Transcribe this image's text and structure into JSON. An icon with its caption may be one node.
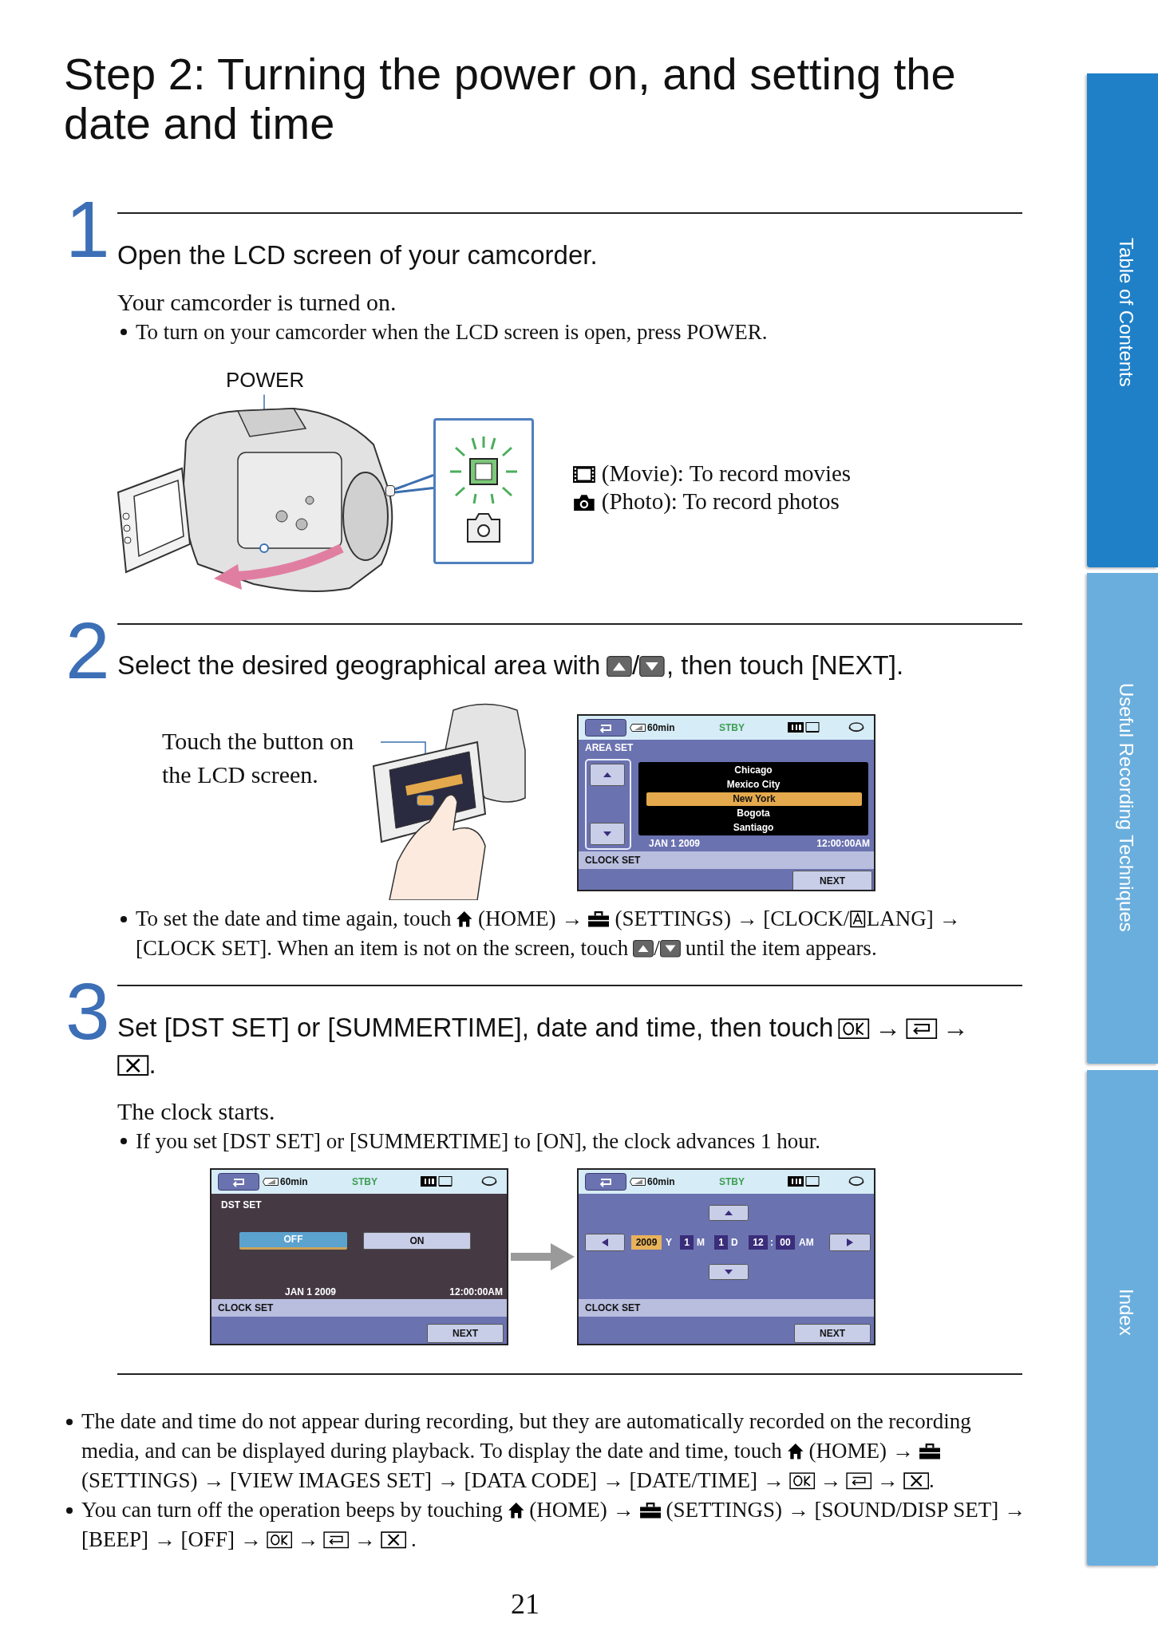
{
  "diagram": {
    "title": "Step 2: Turning the power on, and setting the date and time",
    "nodes": [
      {
        "text": [
          "POWER"
        ]
      },
      {
        "text": [],
        "shape": "circle"
      },
      {
        "text": [],
        "shape": "box"
      },
      {
        "text": [],
        "shape": "box"
      },
      {
        "text": [
          "Touch the button on the LCD screen."
        ]
      },
      {
        "text": [],
        "shape": "box"
      },
      {
        "text": [
          "60min",
          "STBY",
          "AREA SET",
          "Chicago",
          "Mexico City",
          "New York",
          "Bogota",
          "Santiago",
          "JAN 1 2009",
          "12:00:00AM",
          "CLOCK SET",
          "NEXT"
        ]
      },
      {
        "text": [
          "60min",
          "STBY",
          "DST SET",
          "OFF",
          "ON",
          "JAN 1 2009",
          "12:00:00AM",
          "CLOCK SET",
          "NEXT"
        ]
      },
      {
        "text": [
          "60min",
          "STBY",
          "2009",
          "Y",
          "1",
          "M",
          "1",
          "D",
          "12",
          ":",
          "00",
          "AM",
          "CLOCK SET",
          "NEXT"
        ]
      },
      {
        "text": [
          "Table of Contents"
        ]
      },
      {
        "text": [
          "Useful Recording Techniques"
        ]
      },
      {
        "text": [
          "Index"
        ]
      }
    ],
    "edges": [
      {
        "from": 0,
        "to": 1,
        "arrow": "none"
      },
      {
        "from": 2,
        "to": 3,
        "arrow": "none"
      },
      {
        "from": 4,
        "to": 5,
        "arrow": "none"
      },
      {
        "from": 7,
        "to": 8,
        "arrow": "to",
        "style": "thick",
        "color": "#9a9a9a"
      }
    ],
    "labels": [
      "1",
      "Open the LCD screen of your camcorder.",
      "Your camcorder is turned on.",
      "To turn on your camcorder when the LCD screen is open, press POWER.",
      "(Movie): To record movies",
      "(Photo): To record photos",
      "2",
      "Select the desired geographical area with",
      "/",
      ", then touch [NEXT].",
      "To set the date and time again, touch",
      "(HOME) →",
      "(SETTINGS) → [CLOCK/",
      "LANG] → [CLOCK SET]. When an item is not on the screen, touch",
      "/",
      "until the item appears.",
      "3",
      "Set [DST SET] or [SUMMERTIME], date and time, then touch",
      "→",
      "→",
      ".",
      "The clock starts.",
      "If you set  [DST SET] or [SUMMERTIME] to [ON], the clock advances 1 hour.",
      "The date and time do not appear during recording, but they are automatically recorded on the recording media, and can be displayed during playback. To display the date and time, touch",
      "(HOME) →",
      "(SETTINGS) → [VIEW IMAGES SET] → [DATA CODE] → [DATE/TIME] →",
      "→",
      "→",
      ".",
      "You can turn off the operation beeps by touching",
      "(HOME) →",
      "(SETTINGS) → [SOUND/DISP SET] → [BEEP] → [OFF] →",
      "→",
      "→",
      ".",
      "21"
    ]
  }
}
